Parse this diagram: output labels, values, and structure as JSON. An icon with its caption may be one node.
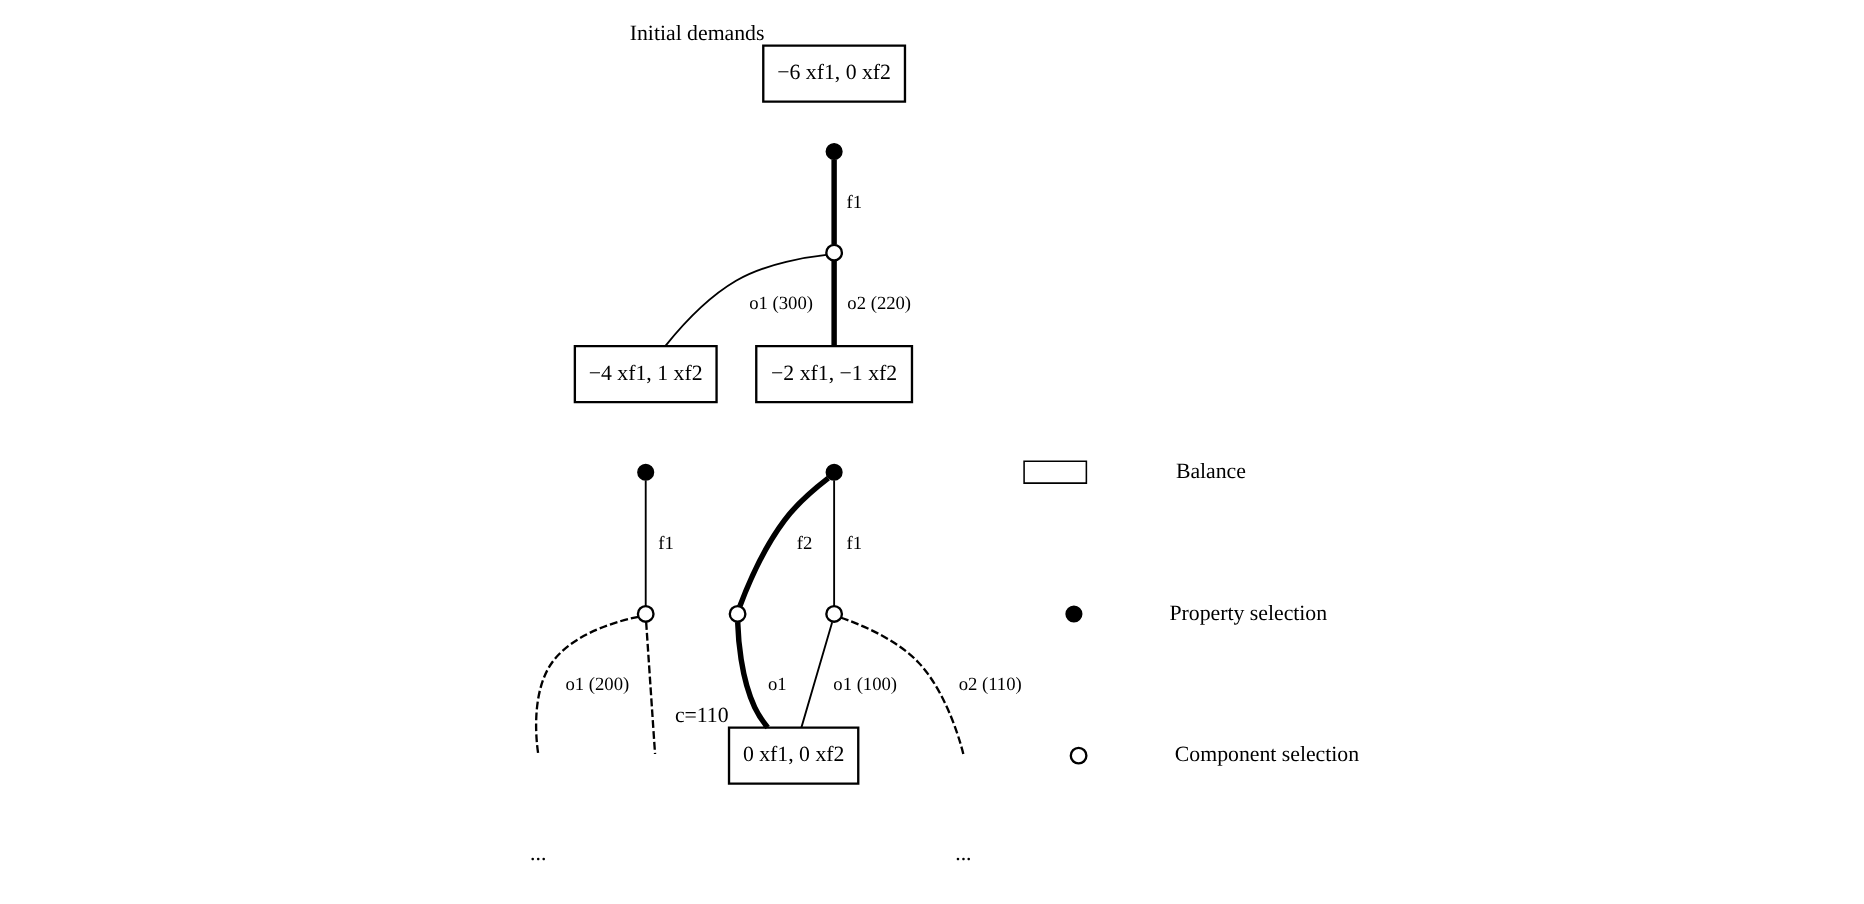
{
  "diagram": {
    "nodes": [
      {
        "text": [
          "−6 xf1, 0 xf2"
        ],
        "beside": [
          "Initial demands"
        ]
      },
      {
        "text": [],
        "shape": "dot"
      },
      {
        "text": [],
        "shape": "circle"
      },
      {
        "text": [
          "−4 xf1, 1 xf2"
        ]
      },
      {
        "text": [
          "−2 xf1, −1 xf2"
        ]
      },
      {
        "text": [],
        "shape": "dot"
      },
      {
        "text": [],
        "shape": "dot"
      },
      {
        "text": [],
        "shape": "circle"
      },
      {
        "text": [],
        "shape": "circle"
      },
      {
        "text": [],
        "shape": "circle"
      },
      {
        "text": [
          "0 xf1, 0 xf2"
        ],
        "beside": [
          "c=110"
        ]
      }
    ],
    "edges": [
      {
        "from": 1,
        "to": 2,
        "arrow": "none",
        "label": "f1",
        "style": "thick"
      },
      {
        "from": 2,
        "to": 3,
        "arrow": "none",
        "label": "o1 (300)"
      },
      {
        "from": 2,
        "to": 4,
        "arrow": "none",
        "label": "o2 (220)",
        "style": "thick"
      },
      {
        "from": 5,
        "to": 7,
        "arrow": "none",
        "label": "f1"
      },
      {
        "from": 6,
        "to": 8,
        "arrow": "none",
        "label": "f2",
        "style": "thick"
      },
      {
        "from": 6,
        "to": 9,
        "arrow": "none",
        "label": "f1"
      },
      {
        "from": 7,
        "to": null,
        "arrow": "none",
        "label": "o1 (200)",
        "style": "dashed"
      },
      {
        "from": 7,
        "to": null,
        "arrow": "none",
        "style": "dashed"
      },
      {
        "from": 8,
        "to": 10,
        "arrow": "none",
        "label": "o1",
        "style": "thick"
      },
      {
        "from": 9,
        "to": 10,
        "arrow": "none",
        "label": "o1 (100)"
      },
      {
        "from": 9,
        "to": null,
        "arrow": "none",
        "label": "o2 (110)",
        "style": "dashed"
      }
    ],
    "labels": [
      "...",
      "..."
    ],
    "legend": [
      {
        "text": "Balance"
      },
      {
        "text": "Property selection"
      },
      {
        "text": "Component selection"
      }
    ]
  }
}
